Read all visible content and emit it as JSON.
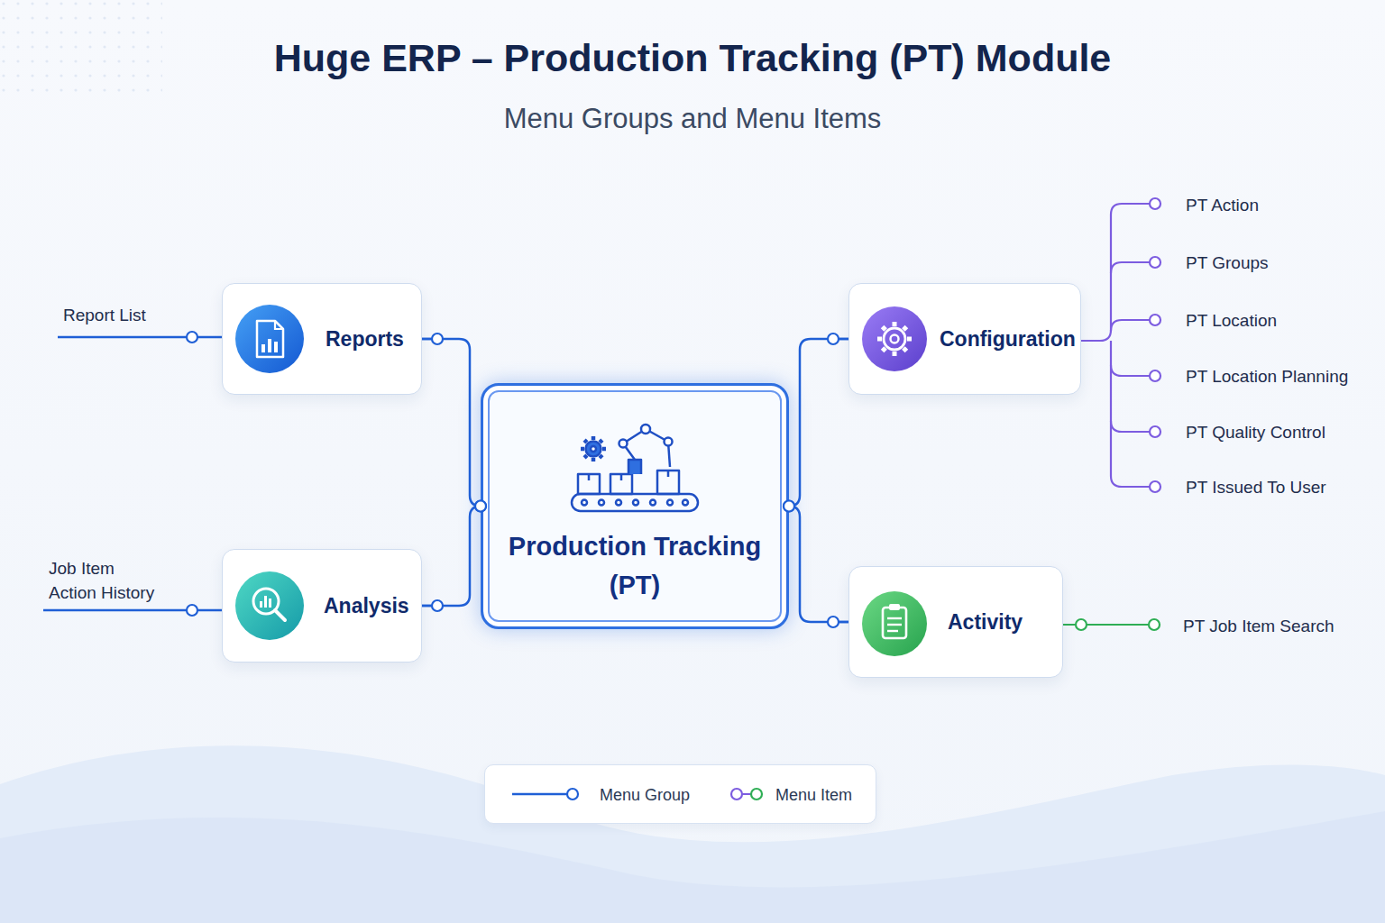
{
  "diagram": {
    "title": "Huge ERP – Production Tracking (PT) Module",
    "nodes": [
      {
        "text": [
          "Reports"
        ]
      },
      {
        "text": [
          "Configuration"
        ]
      },
      {
        "text": [
          "Production Tracking (PT)"
        ]
      },
      {
        "text": [
          "Analysis"
        ]
      },
      {
        "text": [
          "Activity"
        ]
      }
    ],
    "edges": [
      {
        "from": 2,
        "to": 0,
        "arrow": "none"
      },
      {
        "from": 2,
        "to": 1,
        "arrow": "none"
      },
      {
        "from": 2,
        "to": 3,
        "arrow": "none"
      },
      {
        "from": 2,
        "to": 4,
        "arrow": "none"
      }
    ],
    "labels": [
      "Menu Groups and Menu Items",
      "Report List",
      "Job Item Action History",
      "PT Action",
      "PT Groups",
      "PT Location",
      "PT Location Planning",
      "PT Quality Control",
      "PT Issued To User",
      "PT Job Item Search"
    ],
    "legend": [
      {
        "text": "Menu Group"
      },
      {
        "text": "Menu Item"
      }
    ]
  }
}
